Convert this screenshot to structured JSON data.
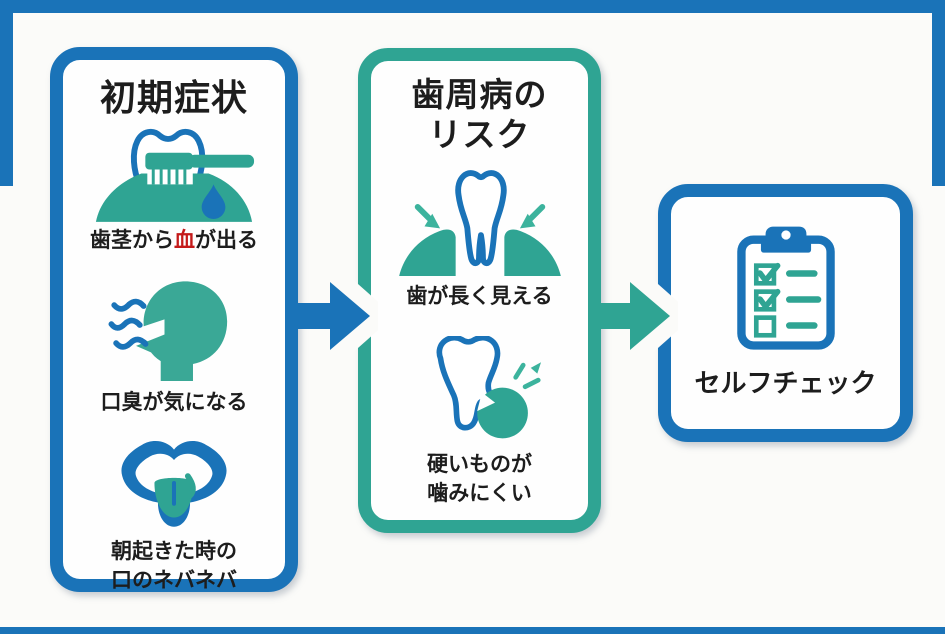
{
  "colors": {
    "frame_blue": "#1a73b8",
    "accent_teal": "#2fa493",
    "highlight_red": "#c41a1a",
    "text_black": "#1d1d1d",
    "background": "#fbfbf9"
  },
  "panel_symptoms": {
    "title": "初期症状",
    "item1": {
      "icon": "tooth-brushing-bleeding-icon",
      "pre": "歯茎から",
      "highlight": "血",
      "post": "が出る"
    },
    "item2": {
      "icon": "bad-breath-icon",
      "label": "口臭が気になる"
    },
    "item3": {
      "icon": "sticky-tongue-icon",
      "line1": "朝起きた時の",
      "line2": "口のネバネバ"
    }
  },
  "panel_risk": {
    "title_line1": "歯周病の",
    "title_line2": "リスク",
    "item1": {
      "icon": "receding-gums-tooth-icon",
      "label": "歯が長く見える"
    },
    "item2": {
      "icon": "hard-to-chew-tooth-icon",
      "line1": "硬いものが",
      "line2": "噛みにくい"
    }
  },
  "panel_selfcheck": {
    "title": "セルフチェック",
    "icon": "checklist-clipboard-icon"
  },
  "flow": {
    "arrow1": "blue-right-arrow",
    "arrow2": "teal-right-arrow"
  }
}
